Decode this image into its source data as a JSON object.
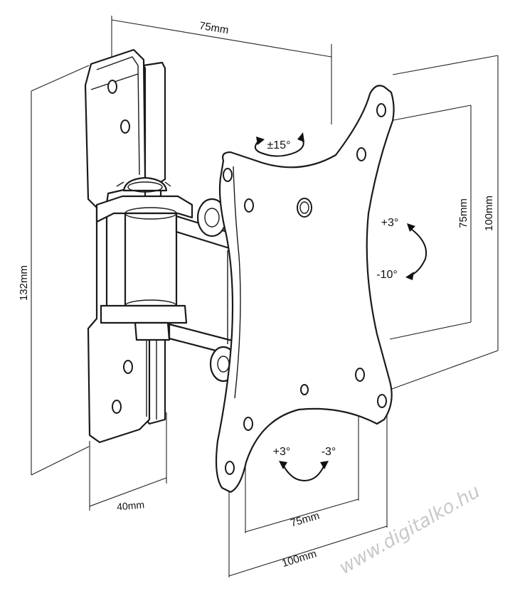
{
  "dimensions": {
    "top_width": "75mm",
    "left_height": "132mm",
    "bottom_left_width": "40mm",
    "right_inner_height": "75mm",
    "right_outer_height": "100mm",
    "bottom_inner_width": "75mm",
    "bottom_outer_width": "100mm"
  },
  "rotation_labels": {
    "swivel": "±15°",
    "tilt_up": "+3°",
    "tilt_down": "-10°",
    "roll_positive": "+3°",
    "roll_negative": "-3°"
  },
  "watermark": "www.digitalko.hu"
}
